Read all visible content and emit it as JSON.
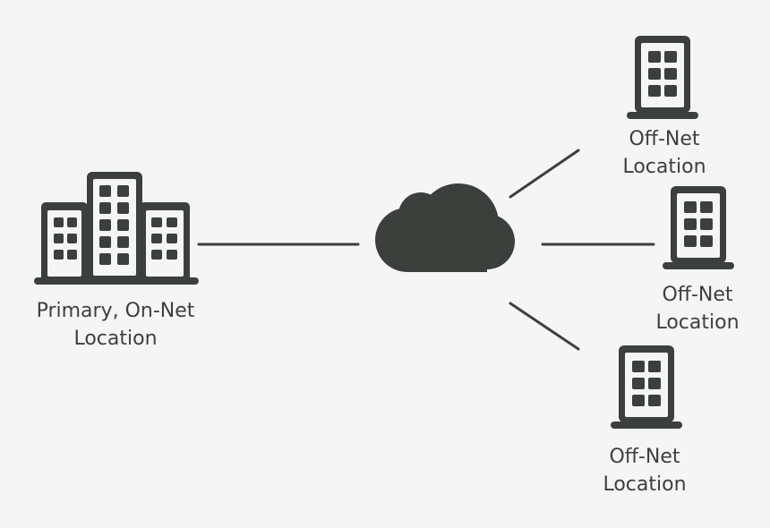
{
  "colors": {
    "background": "#f5f5f5",
    "ink": "#3c403d"
  },
  "nodes": {
    "primary": {
      "icon": "office-buildings-icon",
      "label_line1": "Primary, On-Net",
      "label_line2": "Location"
    },
    "network": {
      "icon": "cloud-icon"
    },
    "offnet_top": {
      "icon": "building-icon",
      "label_line1": "Off-Net",
      "label_line2": "Location"
    },
    "offnet_middle": {
      "icon": "building-icon",
      "label_line1": "Off-Net",
      "label_line2": "Location"
    },
    "offnet_bottom": {
      "icon": "building-icon",
      "label_line1": "Off-Net",
      "label_line2": "Location"
    }
  },
  "links": [
    {
      "from": "primary",
      "to": "network"
    },
    {
      "from": "network",
      "to": "offnet_top"
    },
    {
      "from": "network",
      "to": "offnet_middle"
    },
    {
      "from": "network",
      "to": "offnet_bottom"
    }
  ]
}
